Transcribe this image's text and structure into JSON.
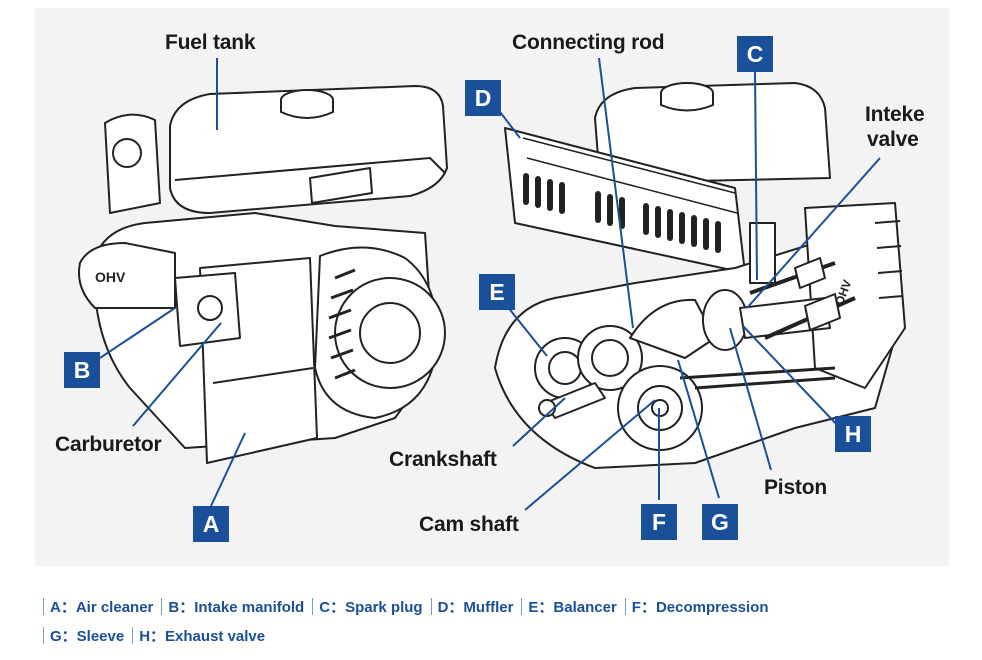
{
  "labels": {
    "fuel_tank": "Fuel tank",
    "connecting_rod": "Connecting rod",
    "inteke_valve_line1": "Inteke",
    "inteke_valve_line2": "valve",
    "carburetor": "Carburetor",
    "crankshaft": "Crankshaft",
    "cam_shaft": "Cam shaft",
    "piston": "Piston"
  },
  "markers": {
    "a": "A",
    "b": "B",
    "c": "C",
    "d": "D",
    "e": "E",
    "f": "F",
    "g": "G",
    "h": "H"
  },
  "legend": {
    "row1": [
      "A：Air cleaner",
      "B：Intake manifold",
      "C：Spark plug",
      "D：Muffler",
      "E：Balancer",
      "F：Decompression"
    ],
    "row2": [
      "G：Sleeve",
      "H：Exhaust valve"
    ]
  },
  "colors": {
    "marker": "#1a4f9a",
    "leader_line": "#1a4f9a",
    "legend_text": "#1a4f9a",
    "background": "#f3f3f3"
  }
}
